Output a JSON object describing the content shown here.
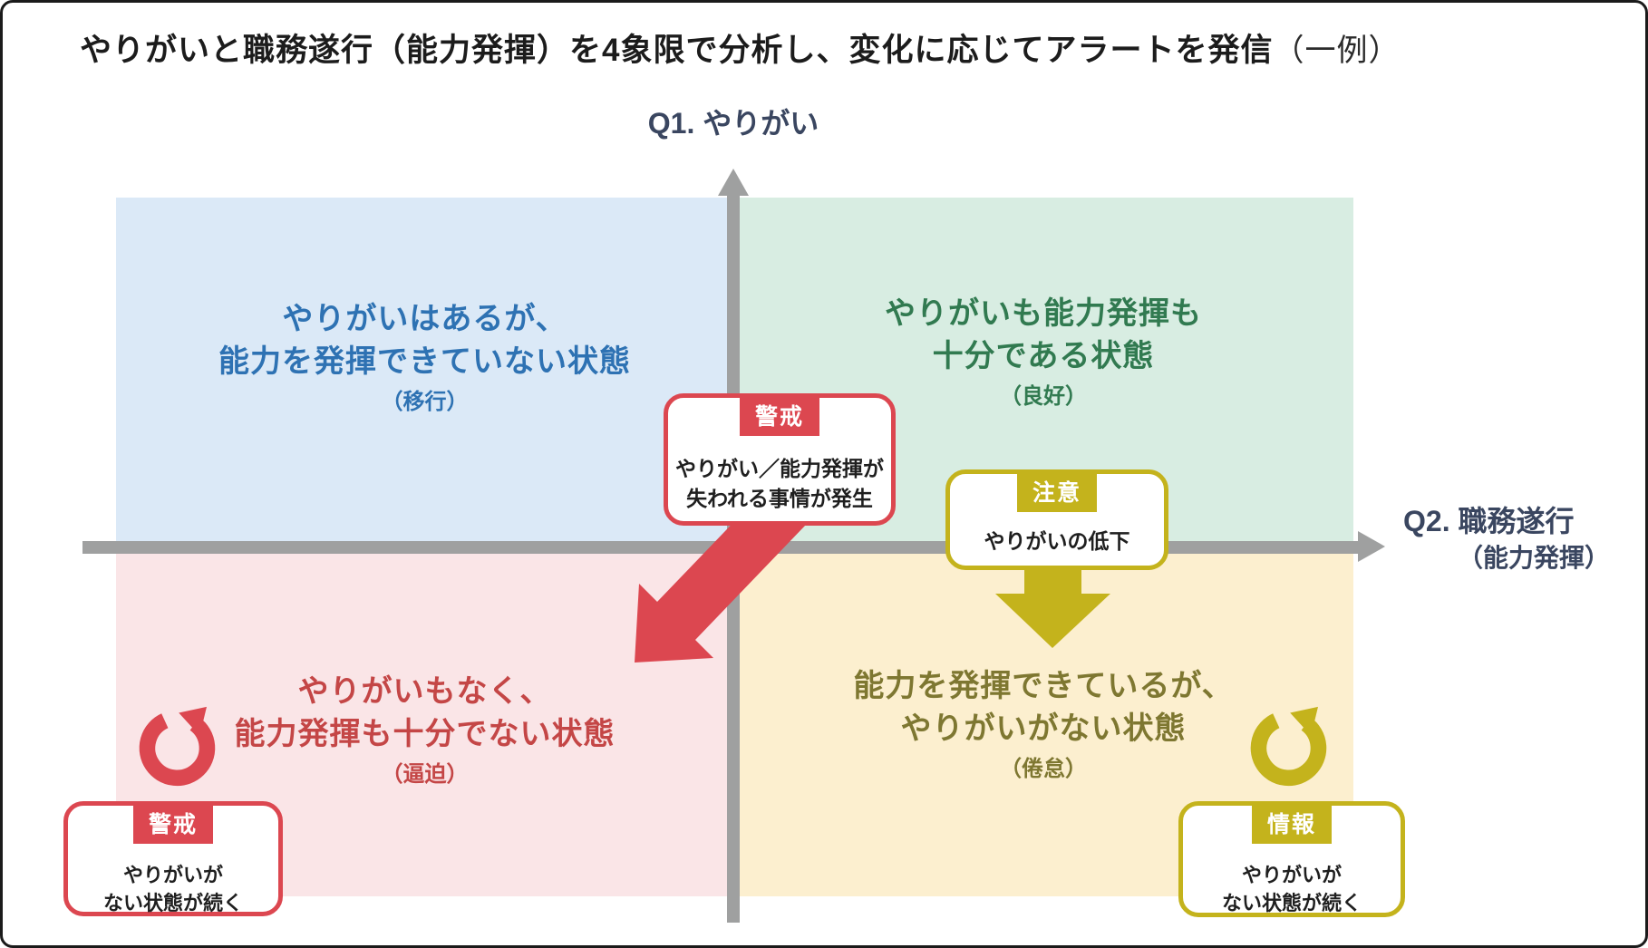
{
  "title": {
    "main": "やりがいと職務遂行（能力発揮）を4象限で分析し、変化に応じてアラートを発信",
    "note": "（一例）"
  },
  "axes": {
    "color": "#9fa0a0",
    "vertical": {
      "label": "Q1. やりがい"
    },
    "horizontal": {
      "label_line1": "Q2. 職務遂行",
      "label_line2": "（能力発揮）"
    }
  },
  "quadrants": {
    "top_left": {
      "line1": "やりがいはあるが、",
      "line2": "能力を発揮できていない状態",
      "tag": "（移行）",
      "text_color": "#2e72b3",
      "bg": "#dbe9f7"
    },
    "top_right": {
      "line1": "やりがいも能力発揮も",
      "line2": "十分である状態",
      "tag": "（良好）",
      "text_color": "#317a50",
      "bg": "#d8ede2"
    },
    "bottom_left": {
      "line1": "やりがいもなく、",
      "line2": "能力発揮も十分でない状態",
      "tag": "（逼迫）",
      "text_color": "#c44646",
      "bg": "#fae5e7"
    },
    "bottom_right": {
      "line1": "能力を発揮できているが、",
      "line2": "やりがいがない状態",
      "tag": "（倦怠）",
      "text_color": "#7e7731",
      "bg": "#fcefcf"
    }
  },
  "alerts": {
    "center": {
      "badge": "警戒",
      "line1": "やりがい／能力発揮が",
      "line2": "失われる事情が発生",
      "color": "#dc4750"
    },
    "attention": {
      "badge": "注意",
      "line1": "やりがいの低下",
      "color": "#c4b31c"
    },
    "bottom_left": {
      "badge": "警戒",
      "line1": "やりがいが",
      "line2": "ない状態が続く",
      "color": "#dc4750"
    },
    "bottom_right": {
      "badge": "情報",
      "line1": "やりがいが",
      "line2": "ない状態が続く",
      "color": "#c4b31c"
    }
  }
}
